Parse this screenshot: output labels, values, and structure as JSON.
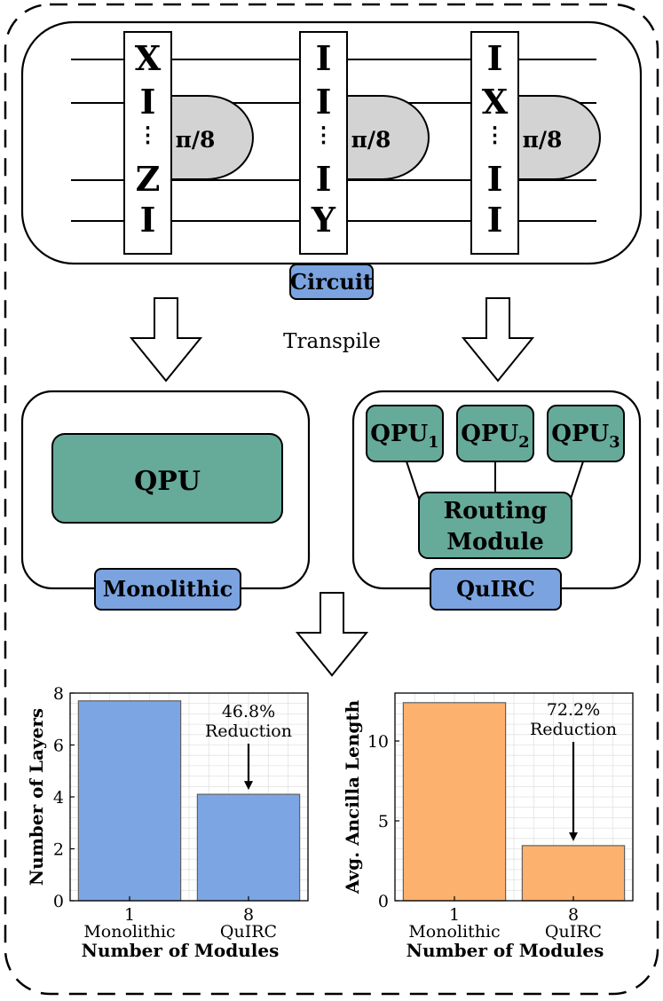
{
  "circuit": {
    "label": "Circuit",
    "gates": [
      {
        "ops": [
          "X",
          "I",
          "⋮",
          "Z",
          "I"
        ],
        "angle": "π/8"
      },
      {
        "ops": [
          "I",
          "I",
          "⋮",
          "I",
          "Y"
        ],
        "angle": "π/8"
      },
      {
        "ops": [
          "I",
          "X",
          "⋮",
          "I",
          "I"
        ],
        "angle": "π/8"
      }
    ]
  },
  "transpile_label": "Transpile",
  "monolithic": {
    "label": "Monolithic",
    "qpu": "QPU"
  },
  "quirc": {
    "label": "QuIRC",
    "qpus": [
      {
        "base": "QPU",
        "sub": "1"
      },
      {
        "base": "QPU",
        "sub": "2"
      },
      {
        "base": "QPU",
        "sub": "3"
      }
    ],
    "routing_line1": "Routing",
    "routing_line2": "Module"
  },
  "colors": {
    "label_blue": "#7ba3e0",
    "qpu_green": "#66aa9a",
    "gate_gray": "#d3d3d3",
    "bar_blue": "#7ca6e3",
    "bar_orange": "#fdb16e"
  },
  "chart_data": [
    {
      "type": "bar",
      "categories": [
        "1",
        "8"
      ],
      "category_sublabels": [
        "Monolithic",
        "QuIRC"
      ],
      "values": [
        7.7,
        4.1
      ],
      "ylabel": "Number of Layers",
      "xlabel": "Number of Modules",
      "ylim": [
        0,
        8
      ],
      "yticks": [
        "0",
        "2",
        "4",
        "6",
        "8"
      ],
      "grid": true,
      "color": "#7ca6e3",
      "annotation": {
        "line1": "46.8%",
        "line2": "Reduction"
      }
    },
    {
      "type": "bar",
      "categories": [
        "1",
        "8"
      ],
      "category_sublabels": [
        "Monolithic",
        "QuIRC"
      ],
      "values": [
        12.4,
        3.45
      ],
      "ylabel": "Avg. Ancilla Length",
      "xlabel": "Number of Modules",
      "ylim": [
        0,
        13
      ],
      "yticks": [
        "0",
        "5",
        "10"
      ],
      "grid": true,
      "color": "#fdb16e",
      "annotation": {
        "line1": "72.2%",
        "line2": "Reduction"
      }
    }
  ]
}
